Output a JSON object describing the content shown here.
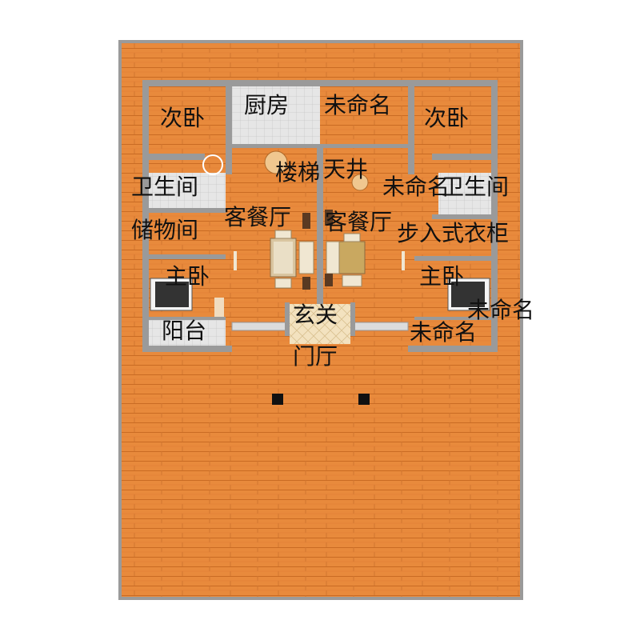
{
  "rooms": {
    "left_bedroom2": "次卧",
    "kitchen": "厨房",
    "unnamed_top": "未命名",
    "right_bedroom2": "次卧",
    "stairs": "楼梯",
    "skylight": "天井",
    "unnamed_mid": "未命名",
    "left_bathroom": "卫生间",
    "right_bathroom": "卫生间",
    "left_living": "客餐厅",
    "right_living": "客餐厅",
    "left_storage": "储物间",
    "walkin_closet": "步入式衣柜",
    "left_master": "主卧",
    "right_master": "主卧",
    "unnamed_right": "未命名",
    "foyer": "玄关",
    "left_balcony": "阳台",
    "unnamed_bottom_right": "未命名",
    "entrance_hall": "门厅"
  },
  "colors": {
    "wood_floor": "#e88a3c",
    "wall": "#9a9a9a",
    "tile": "#e6e6e6",
    "foyer_tile": "#f3e2bf",
    "label": "#111111"
  }
}
